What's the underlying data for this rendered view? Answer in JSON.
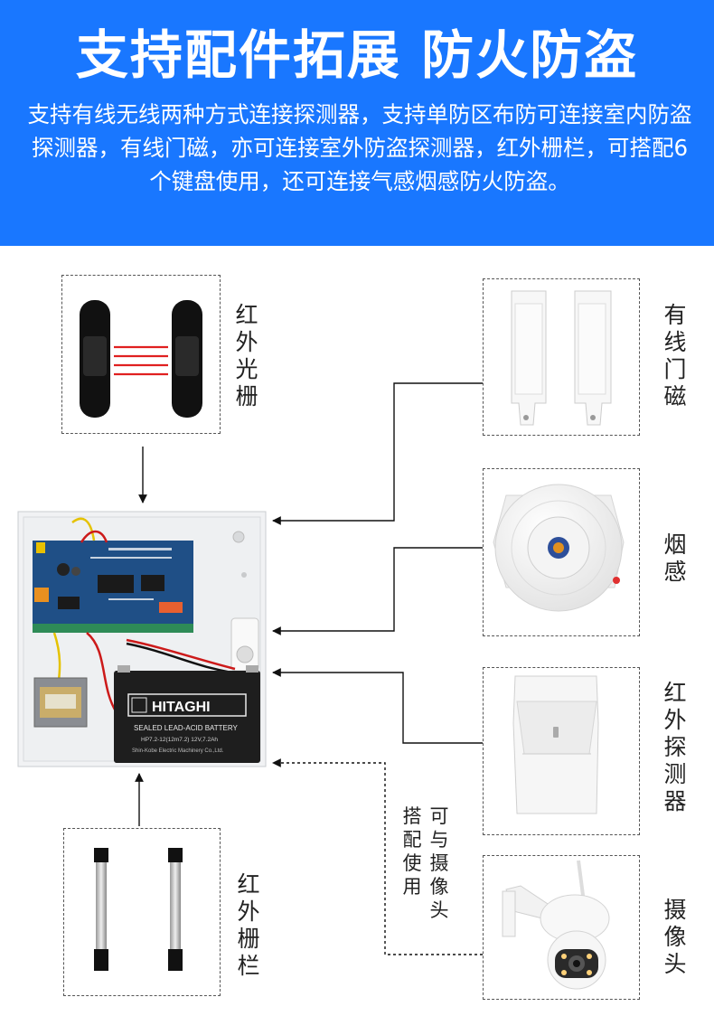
{
  "banner": {
    "title": "支持配件拓展 防火防盗",
    "description": "支持有线无线两种方式连接探测器，支持单防区布防可连接室内防盗探测器，有线门磁，亦可连接室外防盗探测器，红外栅栏，可搭配6个键盘使用，还可连接气感烟感防火防盗。"
  },
  "labels": {
    "infrared_beam": "红外光栅",
    "wired_door_sensor": "有线门磁",
    "smoke_sensor": "烟感",
    "infrared_detector": "红外探测器",
    "infrared_fence": "红外栅栏",
    "camera": "摄像头",
    "camera_note_1": "可与摄像头",
    "camera_note_2": "搭配使用"
  },
  "battery": {
    "brand": "HITAGHI",
    "type": "SEALED LEAD-ACID BATTERY",
    "spec": "HP7.2-12(12m7.2) 12V,7.2Ah",
    "maker": "Shin-Kobe Electric Machinery Co.,Ltd."
  },
  "colors": {
    "banner": "#1977ff",
    "pcb": "#1f4f86",
    "beam": "#e02020"
  }
}
